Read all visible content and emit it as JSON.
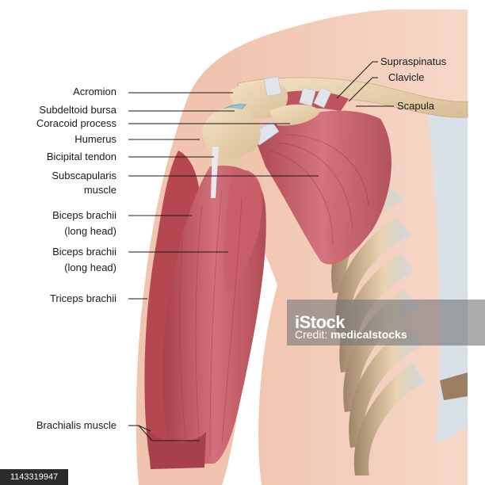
{
  "labels": {
    "acromion": "Acromion",
    "subdeltoid_bursa": "Subdeltoid bursa",
    "coracoid_process": "Coracoid process",
    "humerus": "Humerus",
    "bicipital_tendon": "Bicipital tendon",
    "subscapularis_1": "Subscapularis",
    "subscapularis_2": "muscle",
    "biceps_a_1": "Biceps brachii",
    "biceps_a_2": "(long head)",
    "biceps_b_1": "Biceps brachii",
    "biceps_b_2": "(long head)",
    "triceps": "Triceps brachii",
    "brachialis": "Brachialis muscle",
    "supraspinatus": "Supraspinatus",
    "clavicle": "Clavicle",
    "scapula": "Scapula"
  },
  "watermark": {
    "logo": "iStock",
    "credit_prefix": "Credit: ",
    "credit_name": "medicalstocks"
  },
  "stock_id": "1143319947",
  "colors": {
    "skin": "#f2c8b4",
    "muscle": "#c0545c",
    "bone": "#e8d2ae",
    "rib_shadow": "#9c7f62",
    "cartilage": "#d6dde4",
    "bursa": "#8fc4d8"
  }
}
